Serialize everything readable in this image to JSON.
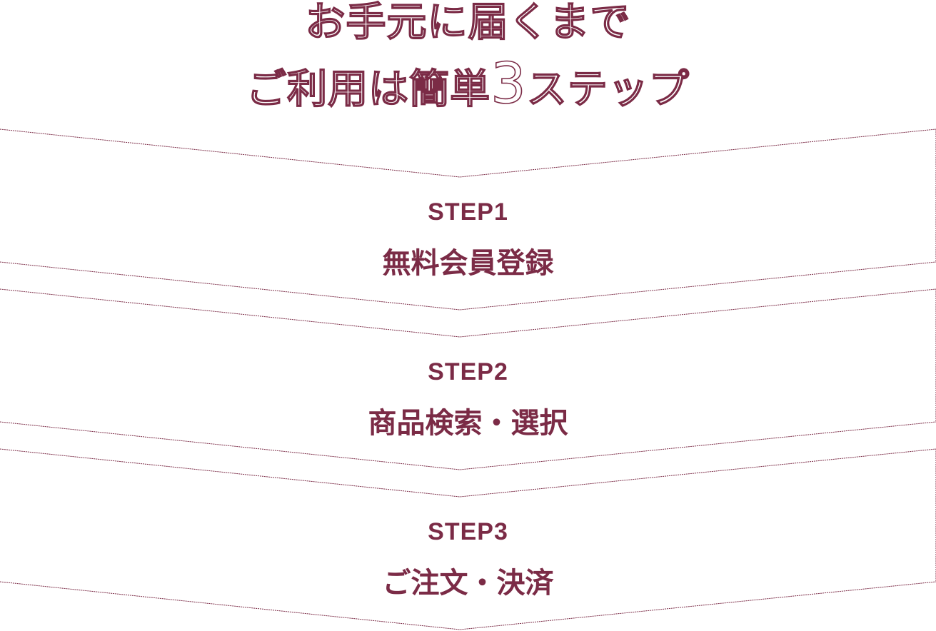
{
  "heading": {
    "line1": "お手元に届くまで",
    "line2_pre": "ご利用は簡単",
    "line2_num": "3",
    "line2_post": "ステップ"
  },
  "steps": [
    {
      "label": "STEP1",
      "text": "無料会員登録"
    },
    {
      "label": "STEP2",
      "text": "商品検索・選択"
    },
    {
      "label": "STEP3",
      "text": "ご注文・決済"
    }
  ],
  "colors": {
    "accent": "#7b2b46",
    "background": "#ffffff"
  }
}
